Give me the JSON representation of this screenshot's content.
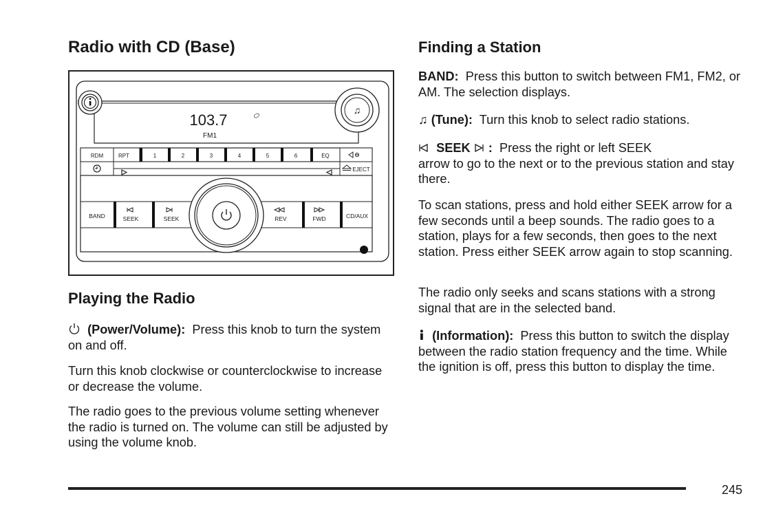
{
  "page": {
    "page_number": "245"
  },
  "left_column": {
    "title": "Radio with CD (Base)",
    "figure": {
      "display": {
        "frequency": "103.7",
        "band": "FM1"
      },
      "top_row_buttons": [
        "RDM",
        "RPT",
        "1",
        "2",
        "3",
        "4",
        "5",
        "6",
        "EQ"
      ],
      "audio_button_icon": "speaker-adjust-icon",
      "eject_label": "EJECT",
      "clock_icon": "clock-icon",
      "info_knob_icon": "info-icon",
      "tune_knob_icon": "music-note-icon",
      "power_knob_icon": "power-icon",
      "bottom_row_buttons": {
        "band": "BAND",
        "seek_back": "SEEK",
        "seek_fwd": "SEEK",
        "rev": "REV",
        "fwd": "FWD",
        "cd_aux": "CD/AUX"
      }
    },
    "playing_title": "Playing the Radio",
    "power_volume": {
      "icon": "power-icon",
      "label": "(Power/Volume):",
      "text": "Press this knob to turn the system on and off."
    },
    "paragraphs": [
      "Turn this knob clockwise or counterclockwise to increase or decrease the volume.",
      "The radio goes to the previous volume setting whenever the radio is turned on. The volume can still be adjusted by using the volume knob."
    ]
  },
  "right_column": {
    "title": "Finding a Station",
    "band": {
      "label": "BAND:",
      "text": "Press this button to switch between FM1, FM2, or AM. The selection displays."
    },
    "tune": {
      "icon": "music-note-icon",
      "label": "(Tune):",
      "text": "Turn this knob to select radio stations."
    },
    "seek": {
      "label": "SEEK",
      "colon": ":",
      "text_line1": "Press the right or left SEEK",
      "text_rest": "arrow to go to the next or to the previous station and stay there."
    },
    "scan_paragraph": "To scan stations, press and hold either SEEK arrow for a few seconds until a beep sounds. The radio goes to a station, plays for a few seconds, then goes to the next station. Press either SEEK arrow again to stop scanning.",
    "signal_paragraph": "The radio only seeks and scans stations with a strong signal that are in the selected band.",
    "information": {
      "icon": "info-icon",
      "label": "(Information):",
      "text": "Press this button to switch the display between the radio station frequency and the time. While the ignition is off, press this button to display the time."
    }
  }
}
